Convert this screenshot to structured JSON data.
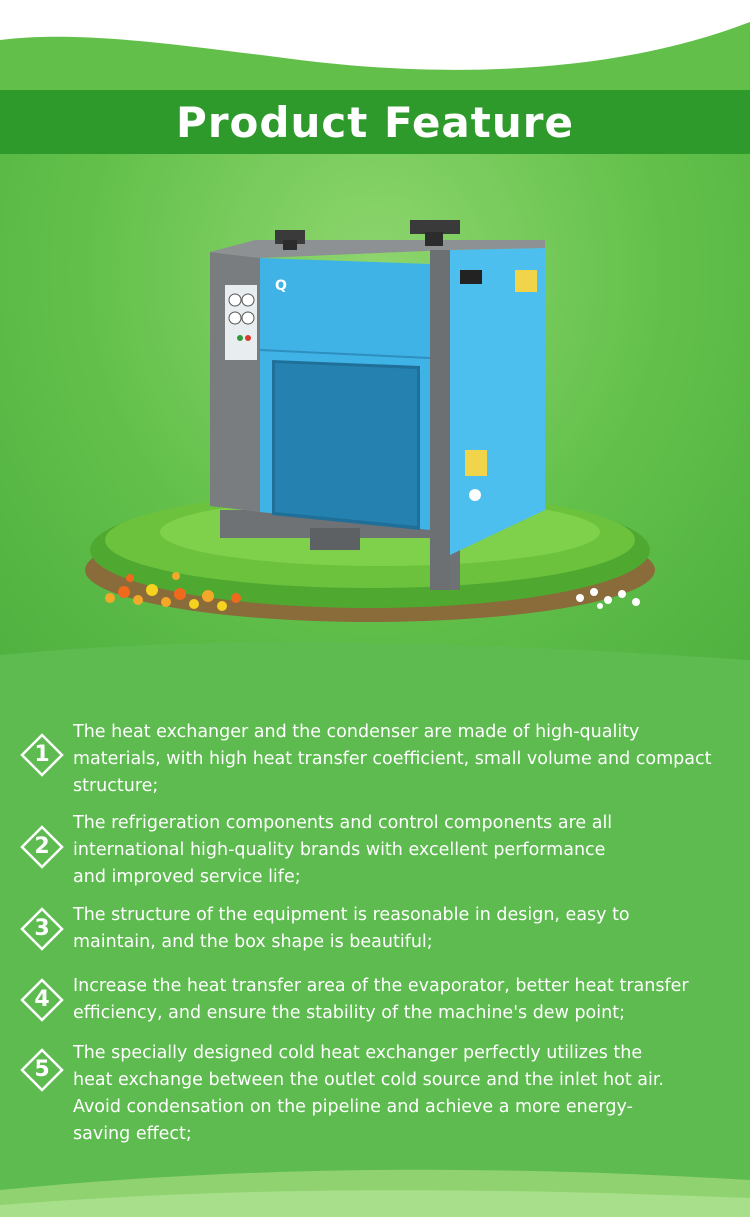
{
  "header": {
    "title": "Product Feature"
  },
  "features": [
    {
      "number": "1",
      "text": "The heat exchanger and the condenser are made of high-quality materials, with high heat transfer coefficient, small volume and compact structure;"
    },
    {
      "number": "2",
      "text": "The refrigeration components and control components are all international high-quality brands with excellent performance and improved service life;"
    },
    {
      "number": "3",
      "text": "The structure of the equipment is reasonable in design, easy to maintain, and the box shape is beautiful;"
    },
    {
      "number": "4",
      "text": "Increase the heat transfer area of the evaporator, better heat transfer efficiency, and ensure the stability of the machine's dew point;"
    },
    {
      "number": "5",
      "text": "The specially designed cold heat exchanger perfectly utilizes the heat exchange between the outlet cold source and the inlet hot air. Avoid condensation on the pipeline and achieve a more energy-saving effect;"
    }
  ],
  "colors": {
    "banner": "#2f9a2c",
    "background": "#5cbb4c",
    "machine_blue": "#3fb3e6",
    "frame_gray": "#7a7d80"
  }
}
